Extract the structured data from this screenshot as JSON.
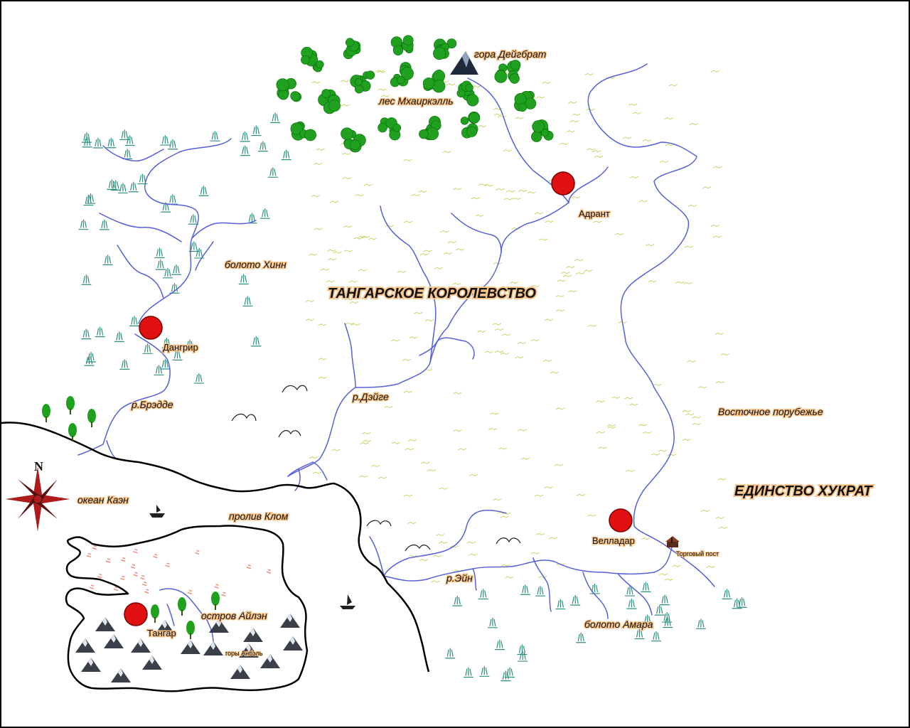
{
  "map": {
    "regions": {
      "kingdom": "ТАНГАРСКОЕ КОРОЛЕВСТВО",
      "unity": "ЕДИНСТВО ХУКРАТ"
    },
    "cities": [
      {
        "name": "Адрант"
      },
      {
        "name": "Дангрир"
      },
      {
        "name": "Велладар"
      },
      {
        "name": "Тангар"
      }
    ],
    "features": {
      "mountain": "гора Дейгбрат",
      "forest": "лес Мхаиркэлль",
      "swamp_hinn": "болото Хинн",
      "swamp_amara": "болото Амара",
      "river_bredde": "р.Брэдде",
      "river_deige": "р.Дэйге",
      "river_ein": "р.Эйн",
      "east_border": "Восточное порубежье",
      "ocean": "океан Каэн",
      "strait": "пролив Клом",
      "island": "остров Айлэн",
      "mountains_anbel": "горы Анбэль",
      "trade_post": "Торговый пост"
    },
    "compass_letter": "N",
    "colors": {
      "city": "#e01010",
      "river": "#5560d8",
      "forest": "#1fa01f",
      "marsh": "#2a8f7c",
      "grass": "#c8d46a",
      "sand": "#f08f7a"
    }
  }
}
